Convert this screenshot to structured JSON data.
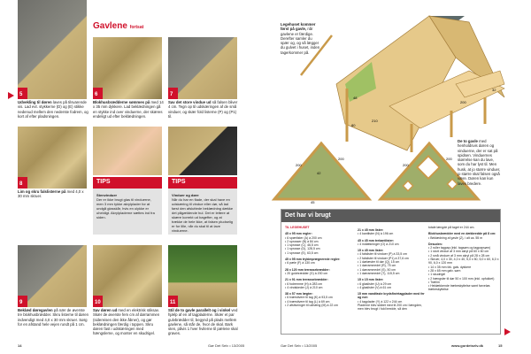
{
  "left_page": {
    "title": "Gavlene",
    "title_sub": "fortsat",
    "steps": [
      {
        "n": "5",
        "bold": "Udvekling til døren",
        "text": "laves på tilsvarende vis. Lad evt. stykkerne (D) og (E) stikke nedenud mellem den nederste fodrem, og kort af efter pladsningen."
      },
      {
        "n": "6",
        "bold": "Blokhusbrædderne sømmes på",
        "text": "med 14 x 35 mm dykkere. Lad beklædningen gå en stykke ind over vinduerne, der skæres endeligt ud efter beklædningen."
      },
      {
        "n": "7",
        "bold": "Sav det store vindue ud",
        "text": "så falsen bliver 4 cm. Tegn op til udskæringen af de små vinduer, og skær fold listerne (P) og (P1) til."
      },
      {
        "n": "8",
        "bold": "Lim og skru falslisterne på",
        "text": "med 4,0 x 30 mm skruer."
      },
      {
        "n": "9",
        "bold": "Beklæd døregavlen",
        "text": "på nær de øverste tre blokhusbrædder. Skru listerne til døren indvendigt med 4,0 x 30 mm skruer. Sørg for en afstand hele vejen rundt på 1 cm."
      },
      {
        "n": "10",
        "bold": "Sav døren ud",
        "text": "med en elektrisk stiksav. Skær de øverste fem cm af dørrammen (sidereisen den ikke åbner), og gør beklædningen færdig i toppen. Skru døren fast i udskæringen med hængslerne, og monter en skudrigel."
      },
      {
        "n": "11",
        "bold": "Stil de to gavle parallelt og i vinkel",
        "text": "ved hjælp af en af tagpladerne. Skær et par gulvbrædder til, begynd på plads mellem gavlene, så står de, hvor de skal. Bark sten, påvis 1 hver hvilerne til pælene skal graves."
      }
    ],
    "tips": [
      {
        "label": "TIPS",
        "heading": "Stenvinduer",
        "text": "Der er ikke brugt glas til vinduerne, men 3 mm tykke akrylplader for at undgå glasskår, hvis en ulykke er uheldigt. Akrylpladerne sættes ind fra siden."
      },
      {
        "label": "TIPS",
        "heading": "Vinduer og døre",
        "text": "Når du har en flade, der skal have en udskæring til vindue eller dør, så lad først den afsluttede beklædning dække det pågældende hul. Det er lettere at skære korrekt ud bagefter, og at trække de hele ikke, at falsen pludselig er for lille, når du skal til at lave vinduerne."
      }
    ],
    "page_number": "14",
    "magazine": "Gør Det Selv • 13/2005"
  },
  "right_page": {
    "callout_bold": "Legehuset kommer først på gavle,",
    "callout_text": "når gavlene er færdige. Derefter samler du spær og, og så lægger du gulvet i huset, inden tagerkommer på.",
    "callout2_bold": "De to gavle",
    "callout2_text": "med henholdsvis døren og vinduerne, der er sat på spidsen. Vinduernes størrelse kan du lave, som du har lyst til. Men husk, at jo større vinduer, jo større skal falsen også være. Døren kan kun laves bredere.",
    "dims": [
      "210",
      "200",
      "48",
      "80",
      "200",
      "200",
      "32",
      "42",
      "45",
      "200",
      "200"
    ],
    "box_title": "Det har vi brugt",
    "col1": [
      {
        "type": "r",
        "t": "TIL LEGEHUSET"
      },
      {
        "type": "h",
        "t": "45 x 95 mm regler:"
      },
      {
        "t": "• 6 spærlister (A) à 200 cm"
      },
      {
        "t": "• 2 sprosser (B) à 84 cm"
      },
      {
        "t": "• 1 sprosse (C), 46,5 cm"
      },
      {
        "t": "• 1 sprosse (D), 128,5 cm"
      },
      {
        "t": "• 1 sprosse (E), 63,5 cm"
      },
      {
        "type": "h",
        "t": "45 x 95 mm trykimprægnerede regler:"
      },
      {
        "t": "• 6 pæle (F) à 130 cm"
      },
      {
        "type": "h",
        "t": "28 x 120 mm terrassebrædder:"
      },
      {
        "t": "• 20 gulvbrædder (G) à 200 cm"
      },
      {
        "type": "h",
        "t": "21 x 91 mm terrassebrædder:"
      },
      {
        "t": "• 6 fodremme (H) à 283 cm"
      },
      {
        "t": "• 4 vindskeder (J) à 210 cm"
      },
      {
        "type": "h",
        "t": "38 x 57 mm lægter:"
      },
      {
        "t": "• 6 tværstivere til tag (K) à 93,5 cm"
      },
      {
        "t": "• 4 tværstivere til tag (L) à 69 cm"
      },
      {
        "t": "• 2 afstivninger til udhæng (M) à 22 cm"
      }
    ],
    "col2": [
      {
        "type": "h",
        "t": "21 x 45 mm lister:"
      },
      {
        "t": "• 4 kantlister (N) à 196 cm"
      },
      {
        "type": "h",
        "t": "45 x 45 mm trekantlister:"
      },
      {
        "t": "• 4 indlækninger (O) à 210 cm"
      },
      {
        "type": "h",
        "t": "15 x 45 mm lister:"
      },
      {
        "t": "• 4 falslister til vinduer (P) à 33,5 cm"
      },
      {
        "t": "• 2 falslister til vinduer (P1) à 37,6 cm"
      },
      {
        "t": "• 1 dørlæster til dør (Q), 15 cm"
      },
      {
        "t": "• 1 dørrammedel (R), 75 cm"
      },
      {
        "t": "• 1 dørrammedel (S), 50 cm"
      },
      {
        "t": "• 1 dørrammedel (T), 115,5 cm"
      },
      {
        "type": "h",
        "t": "15 x 15 mm lister:"
      },
      {
        "t": "• 6 glaslister (U) à 29 cm"
      },
      {
        "t": "• 4 glaslister (V) à 61 cm"
      },
      {
        "type": "h",
        "t": "15 mm vandfaste krydsfinértagplader med fer og not:"
      },
      {
        "t": "• 4 tagplader (Y) à 122 x 244 cm"
      },
      {
        "t": "Pladerne blev skåret med til 200 cm i længden, men blev brugt i fuld bredde, så den"
      }
    ],
    "col3": [
      {
        "t": "totale længde på taget er 244 cm."
      },
      {
        "type": "h",
        "t": "Blokhusbrædder med en dækbredde på 8 cm:"
      },
      {
        "t": "• Beklædning af gavle (Z), i alt ca. 55 m"
      },
      {
        "type": "h",
        "t": "Desuden:"
      },
      {
        "t": "• 2 ruller tagpap (inkl. tagsøm og tagpapsøm)"
      },
      {
        "t": "• 1 stort vindue af 3 mm akryl på 60 x 60 cm"
      },
      {
        "t": "• 2 små vinduer af 3 mm akryl på 28 x 28 cm"
      },
      {
        "t": "• Skruer, 4,0 x 30, 4,0 x 40, 5,0 x 50, 5,0 x 60, 6,0 x 90, 6,0 x 120 mm"
      },
      {
        "t": "• 14 x 35 mm fzk. galv. dykkere"
      },
      {
        "t": "• 28 x 65 mm galv. søm"
      },
      {
        "t": "• 1 skudrigel"
      },
      {
        "t": "• 2 hængsler til dør 50 x 100 mm (inkl. opfukket)"
      },
      {
        "t": "• Trælim"
      },
      {
        "t": "• Heldækkende træbeskyttelse samt farveløs træbeskyttelse"
      }
    ],
    "magazine": "Gør Det Selv • 13/2005",
    "url": "www.gordetselv.dk",
    "page_number": "15"
  },
  "colors": {
    "accent": "#d0112b",
    "box_header": "#5a5a5a",
    "tips_bg": "#e3e3e3"
  }
}
